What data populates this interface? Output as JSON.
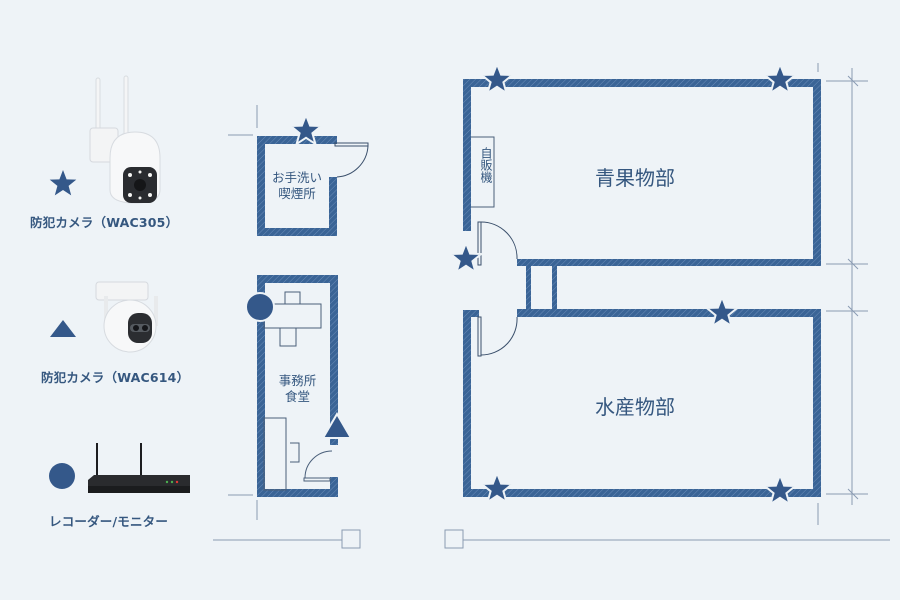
{
  "colors": {
    "background": "#eef3f7",
    "wall": "#3a6496",
    "marker": "#34588a",
    "text": "#35577f",
    "guide": "#6f86a3"
  },
  "legend": {
    "items": [
      {
        "marker": "star-icon",
        "device": "dome-camera",
        "label": "防犯カメラ（WAC305）"
      },
      {
        "marker": "triangle-icon",
        "device": "dual-lens-camera",
        "label": "防犯カメラ（WAC614）"
      },
      {
        "marker": "circle-icon",
        "device": "nvr-recorder",
        "label": "レコーダー/モニター"
      }
    ]
  },
  "rooms": {
    "restroom": {
      "line1": "お手洗い",
      "line2": "喫煙所"
    },
    "office": {
      "line1": "事務所",
      "line2": "食堂"
    },
    "vending": {
      "label": "自販機"
    },
    "produce": {
      "label": "青果物部"
    },
    "seafood": {
      "label": "水産物部"
    }
  }
}
